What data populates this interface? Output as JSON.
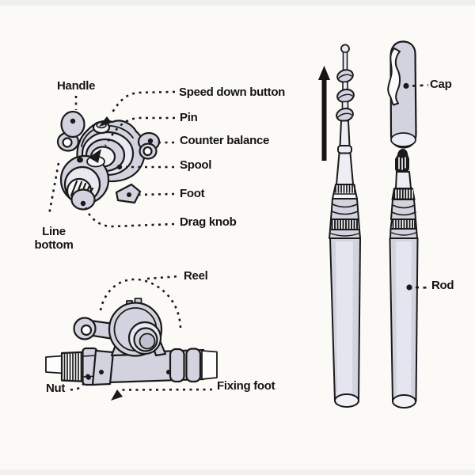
{
  "diagram": {
    "subject": "pen fishing rod and reel parts diagram",
    "colors": {
      "background": "#fbfaf6",
      "ink": "#1a1a1a",
      "part_fill": "#d2d3de",
      "part_light": "#ededf3",
      "text": "#141414"
    },
    "labels": {
      "handle": "Handle",
      "speed_down_button": "Speed down button",
      "pin": "Pin",
      "counter_balance": "Counter balance",
      "spool": "Spool",
      "foot": "Foot",
      "drag_knob": "Drag knob",
      "line_bottom": {
        "line1": "Line",
        "line2": "bottom"
      },
      "reel": "Reel",
      "nut": "Nut",
      "fixing_foot": "Fixing foot",
      "cap": "Cap",
      "rod": "Rod"
    },
    "icons": {
      "up_arrow": "upward arrow showing rod extends"
    }
  }
}
